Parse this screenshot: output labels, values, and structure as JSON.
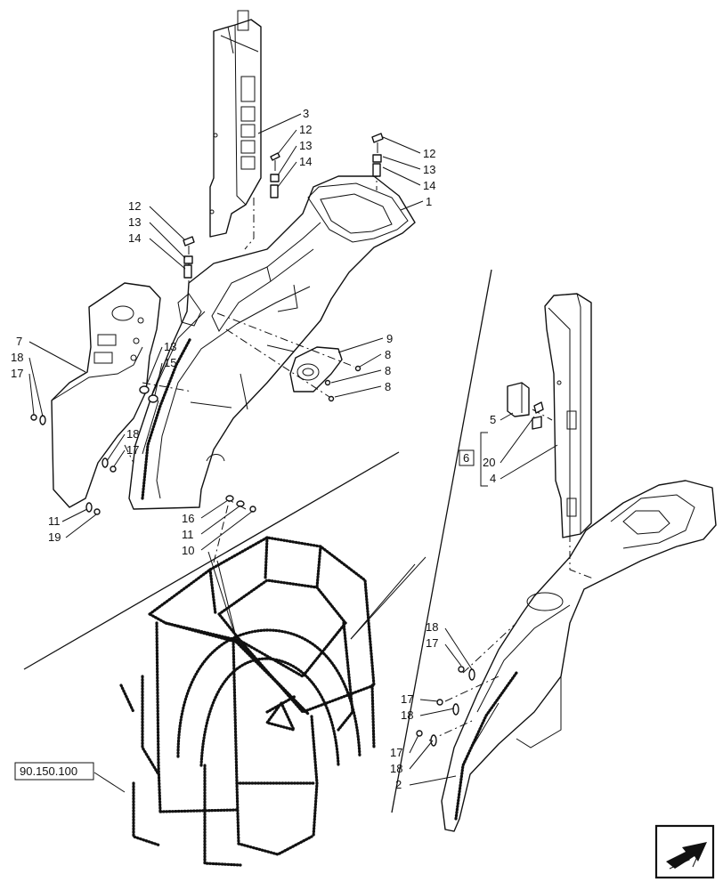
{
  "labels": {
    "l1": "1",
    "l2": "2",
    "l3": "3",
    "l4": "4",
    "l5": "5",
    "l6": "6",
    "l7": "7",
    "l8": "8",
    "l9": "9",
    "l10": "10",
    "l11": "11",
    "l12": "12",
    "l13": "13",
    "l14": "14",
    "l15": "15",
    "l16": "16",
    "l17": "17",
    "l18": "18",
    "l19": "19",
    "l20": "20"
  },
  "reference": "90.150.100",
  "nav_icon": "next-page-arrow-icon"
}
